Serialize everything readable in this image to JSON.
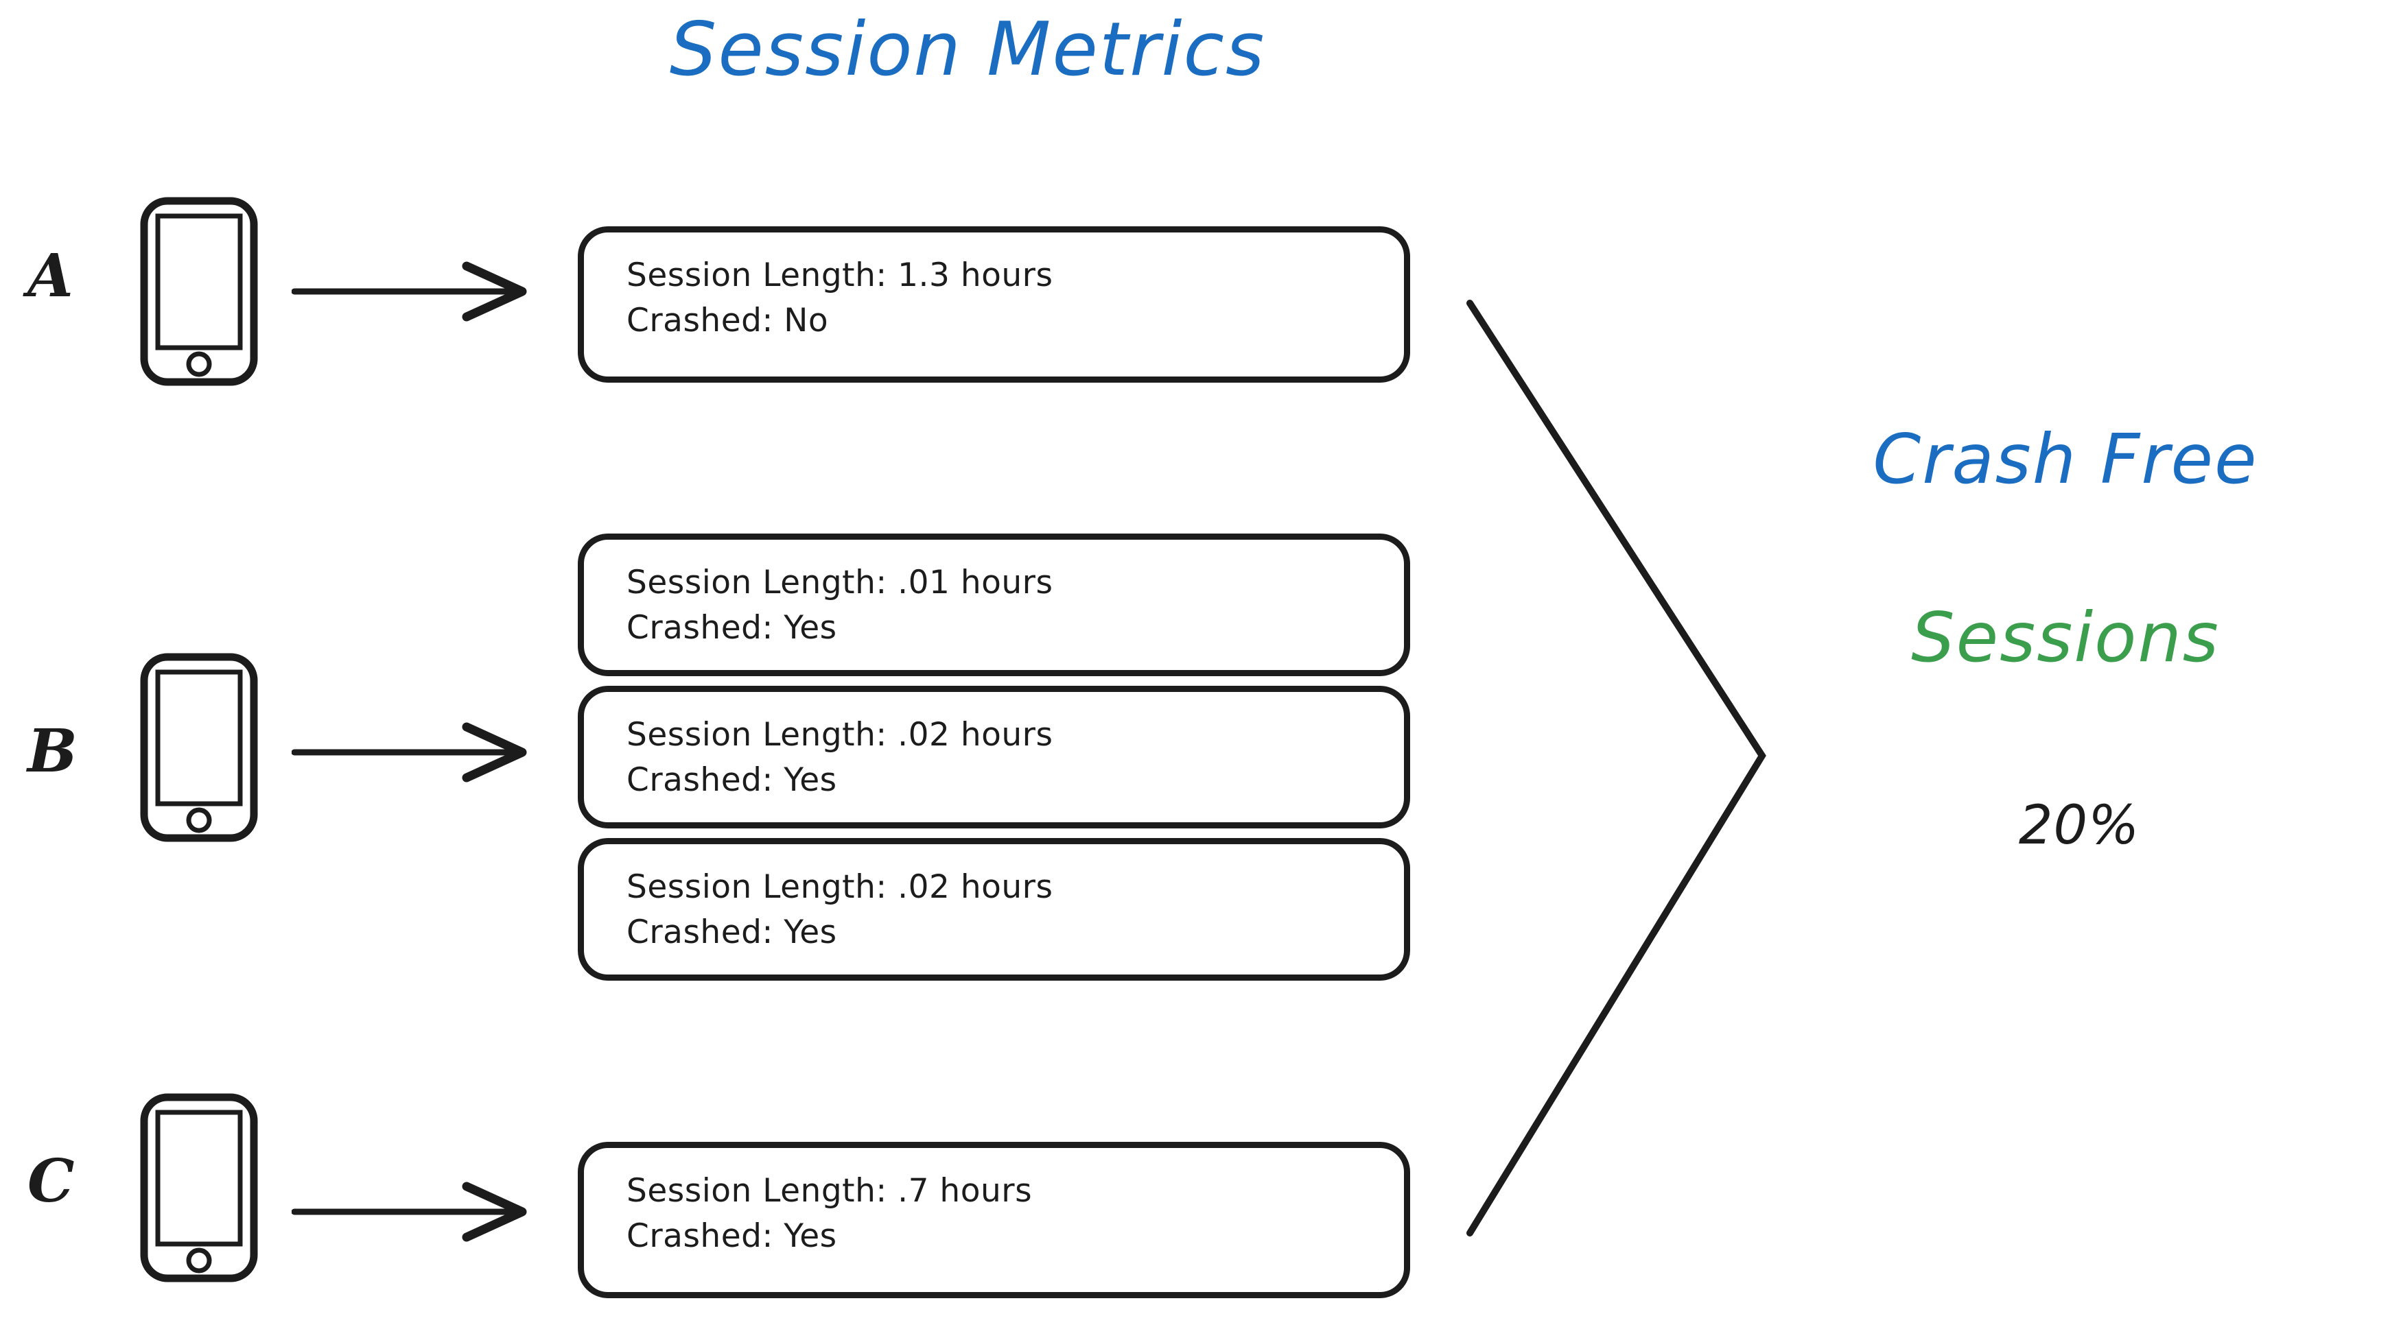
{
  "title": "Session Metrics",
  "colors": {
    "blue": "#1B6DC1",
    "green": "#3A9E4C",
    "ink": "#1c1c1c",
    "background": "#ffffff"
  },
  "devices": [
    {
      "label": "A",
      "icon": "mobile-phone-icon",
      "arrow": "right-arrow-icon",
      "sessions": [
        {
          "length_line": "Session Length: 1.3 hours",
          "crashed_line": "Crashed: No",
          "session_length_hours": 1.3,
          "crashed": "No"
        }
      ]
    },
    {
      "label": "B",
      "icon": "mobile-phone-icon",
      "arrow": "right-arrow-icon",
      "sessions": [
        {
          "length_line": "Session Length: .01 hours",
          "crashed_line": "Crashed: Yes",
          "session_length_hours": 0.01,
          "crashed": "Yes"
        },
        {
          "length_line": "Session Length: .02 hours",
          "crashed_line": "Crashed: Yes",
          "session_length_hours": 0.02,
          "crashed": "Yes"
        },
        {
          "length_line": "Session Length: .02 hours",
          "crashed_line": "Crashed: Yes",
          "session_length_hours": 0.02,
          "crashed": "Yes"
        }
      ]
    },
    {
      "label": "C",
      "icon": "mobile-phone-icon",
      "arrow": "right-arrow-icon",
      "sessions": [
        {
          "length_line": "Session Length: .7 hours",
          "crashed_line": "Crashed: Yes",
          "session_length_hours": 0.7,
          "crashed": "Yes"
        }
      ]
    }
  ],
  "aggregator": {
    "shape": "chevron-bracket-icon"
  },
  "result": {
    "line1": "Crash Free",
    "line2": "Sessions",
    "value": "20%"
  }
}
